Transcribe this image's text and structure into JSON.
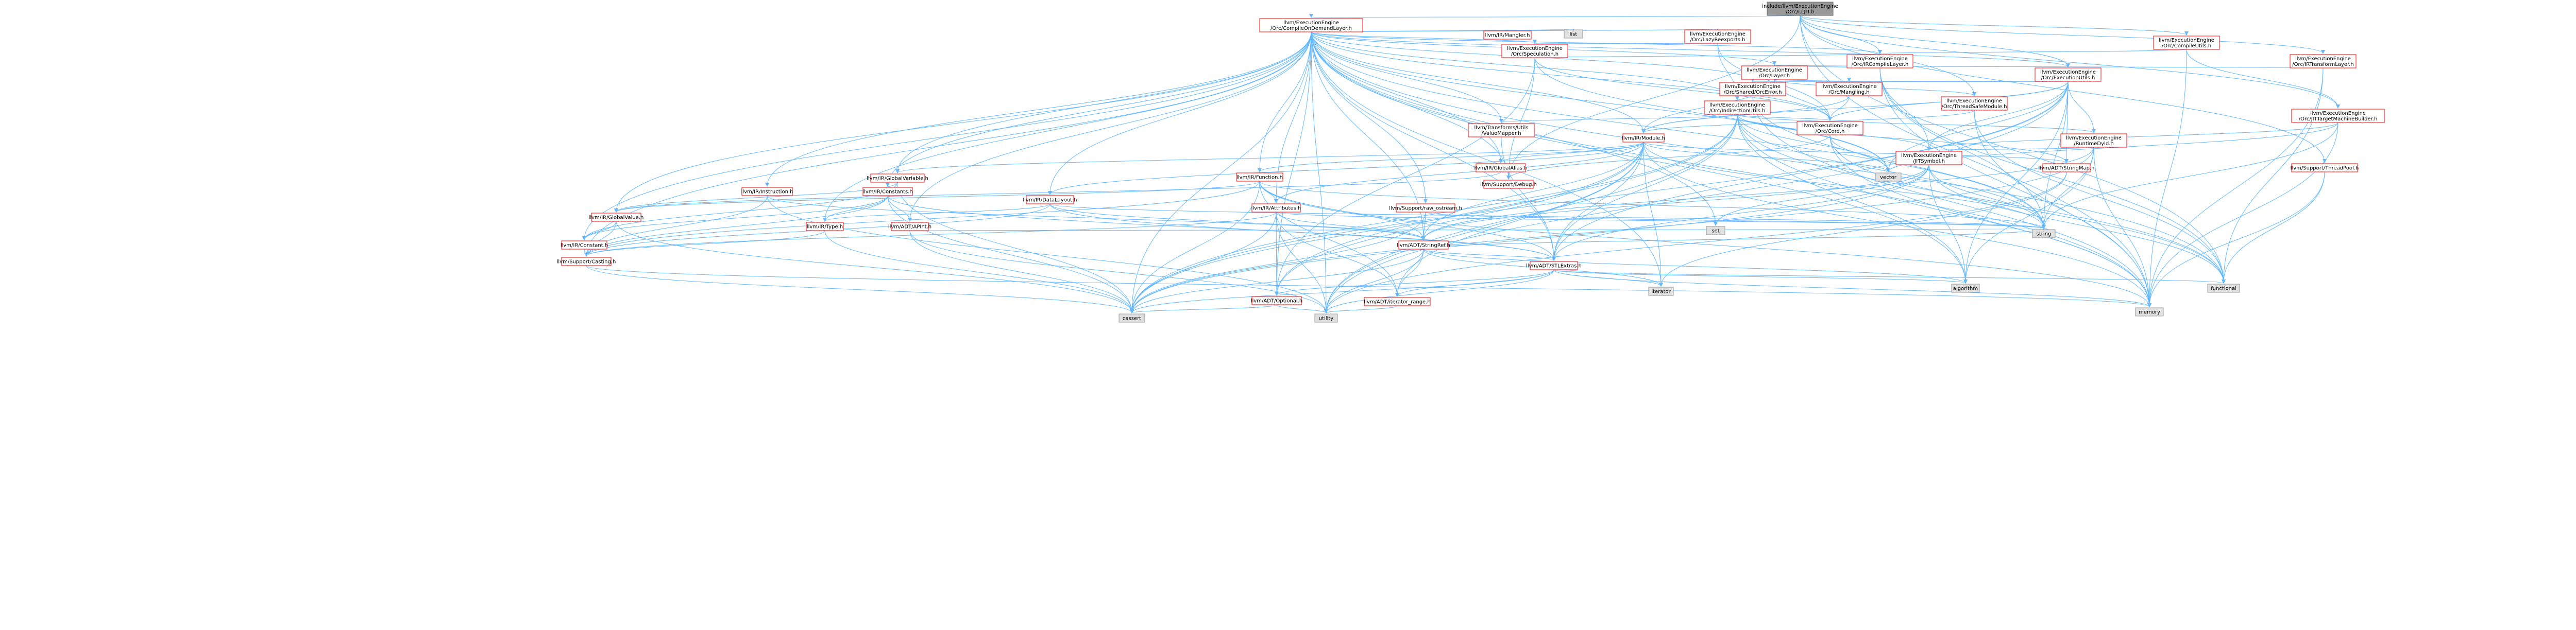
{
  "colors": {
    "root_fill": "#999999",
    "internal_fill": "#ffffff",
    "internal_stroke": "#ff0000",
    "external_fill": "#e0e0e0",
    "external_stroke": "#999999",
    "edge": "#63b8ff"
  },
  "graph": {
    "root": "include/llvm/ExecutionEngine/Orc/LLJIT.h",
    "nodes": [
      {
        "id": "lljit",
        "kind": "root",
        "label": [
          "include/llvm/ExecutionEngine",
          "/Orc/LLJIT.h"
        ]
      },
      {
        "id": "cod",
        "kind": "internal",
        "label": [
          "llvm/ExecutionEngine",
          "/Orc/CompileOnDemandLayer.h"
        ]
      },
      {
        "id": "cu",
        "kind": "internal",
        "label": [
          "llvm/ExecutionEngine",
          "/Orc/CompileUtils.h"
        ]
      },
      {
        "id": "irc",
        "kind": "internal",
        "label": [
          "llvm/ExecutionEngine",
          "/Orc/IRCompileLayer.h"
        ]
      },
      {
        "id": "irt",
        "kind": "internal",
        "label": [
          "llvm/ExecutionEngine",
          "/Orc/IRTransformLayer.h"
        ]
      },
      {
        "id": "eu",
        "kind": "internal",
        "label": [
          "llvm/ExecutionEngine",
          "/Orc/ExecutionUtils.h"
        ]
      },
      {
        "id": "jtmb",
        "kind": "internal",
        "label": [
          "llvm/ExecutionEngine",
          "/Orc/JITTargetMachineBuilder.h"
        ]
      },
      {
        "id": "tsm",
        "kind": "internal",
        "label": [
          "llvm/ExecutionEngine",
          "/Orc/ThreadSafeModule.h"
        ]
      },
      {
        "id": "tp",
        "kind": "internal",
        "label": [
          "llvm/Support/ThreadPool.h"
        ]
      },
      {
        "id": "lr",
        "kind": "internal",
        "label": [
          "llvm/ExecutionEngine",
          "/Orc/LazyReexports.h"
        ]
      },
      {
        "id": "mangler",
        "kind": "internal",
        "label": [
          "llvm/IR/Mangler.h"
        ]
      },
      {
        "id": "spec",
        "kind": "internal",
        "label": [
          "llvm/ExecutionEngine",
          "/Orc/Speculation.h"
        ]
      },
      {
        "id": "layer",
        "kind": "internal",
        "label": [
          "llvm/ExecutionEngine",
          "/Orc/Layer.h"
        ]
      },
      {
        "id": "sorc",
        "kind": "internal",
        "label": [
          "llvm/ExecutionEngine",
          "/Orc/Shared/OrcError.h"
        ]
      },
      {
        "id": "mangling",
        "kind": "internal",
        "label": [
          "llvm/ExecutionEngine",
          "/Orc/Mangling.h"
        ]
      },
      {
        "id": "indir",
        "kind": "internal",
        "label": [
          "llvm/ExecutionEngine",
          "/Orc/IndirectionUtils.h"
        ]
      },
      {
        "id": "core",
        "kind": "internal",
        "label": [
          "llvm/ExecutionEngine",
          "/Orc/Core.h"
        ]
      },
      {
        "id": "rdyld",
        "kind": "internal",
        "label": [
          "llvm/ExecutionEngine",
          "/RuntimeDyld.h"
        ]
      },
      {
        "id": "jitsym",
        "kind": "internal",
        "label": [
          "llvm/ExecutionEngine",
          "/JITSymbol.h"
        ]
      },
      {
        "id": "vmapper",
        "kind": "internal",
        "label": [
          "llvm/Transforms/Utils",
          "/ValueMapper.h"
        ]
      },
      {
        "id": "module",
        "kind": "internal",
        "label": [
          "llvm/IR/Module.h"
        ]
      },
      {
        "id": "sdebug",
        "kind": "internal",
        "label": [
          "llvm/Support/Debug.h"
        ]
      },
      {
        "id": "strmap",
        "kind": "internal",
        "label": [
          "llvm/ADT/StringMap.h"
        ]
      },
      {
        "id": "gvar",
        "kind": "internal",
        "label": [
          "llvm/IR/GlobalVariable.h"
        ]
      },
      {
        "id": "galias",
        "kind": "internal",
        "label": [
          "llvm/IR/GlobalAlias.h"
        ]
      },
      {
        "id": "func",
        "kind": "internal",
        "label": [
          "llvm/IR/Function.h"
        ]
      },
      {
        "id": "gval",
        "kind": "internal",
        "label": [
          "llvm/IR/GlobalValue.h"
        ]
      },
      {
        "id": "instr",
        "kind": "internal",
        "label": [
          "llvm/IR/Instruction.h"
        ]
      },
      {
        "id": "consts",
        "kind": "internal",
        "label": [
          "llvm/IR/Constants.h"
        ]
      },
      {
        "id": "dlayout",
        "kind": "internal",
        "label": [
          "llvm/IR/DataLayout.h"
        ]
      },
      {
        "id": "attrs",
        "kind": "internal",
        "label": [
          "llvm/IR/Attributes.h"
        ]
      },
      {
        "id": "rawos",
        "kind": "internal",
        "label": [
          "llvm/Support/raw_ostream.h"
        ]
      },
      {
        "id": "constant",
        "kind": "internal",
        "label": [
          "llvm/IR/Constant.h"
        ]
      },
      {
        "id": "type",
        "kind": "internal",
        "label": [
          "llvm/IR/Type.h"
        ]
      },
      {
        "id": "apint",
        "kind": "internal",
        "label": [
          "llvm/ADT/APInt.h"
        ]
      },
      {
        "id": "strref",
        "kind": "internal",
        "label": [
          "llvm/ADT/StringRef.h"
        ]
      },
      {
        "id": "casting",
        "kind": "internal",
        "label": [
          "llvm/Support/Casting.h"
        ]
      },
      {
        "id": "stlext",
        "kind": "internal",
        "label": [
          "llvm/ADT/STLExtras.h"
        ]
      },
      {
        "id": "optional",
        "kind": "internal",
        "label": [
          "llvm/ADT/Optional.h"
        ]
      },
      {
        "id": "itrange",
        "kind": "internal",
        "label": [
          "llvm/ADT/iterator_range.h"
        ]
      },
      {
        "id": "list",
        "kind": "external",
        "label": [
          "list"
        ]
      },
      {
        "id": "vector",
        "kind": "external",
        "label": [
          "vector"
        ]
      },
      {
        "id": "set",
        "kind": "external",
        "label": [
          "set"
        ]
      },
      {
        "id": "string",
        "kind": "external",
        "label": [
          "string"
        ]
      },
      {
        "id": "algorithm",
        "kind": "external",
        "label": [
          "algorithm"
        ]
      },
      {
        "id": "iterator",
        "kind": "external",
        "label": [
          "iterator"
        ]
      },
      {
        "id": "functional",
        "kind": "external",
        "label": [
          "functional"
        ]
      },
      {
        "id": "memory",
        "kind": "external",
        "label": [
          "memory"
        ]
      },
      {
        "id": "cassert",
        "kind": "external",
        "label": [
          "cassert"
        ]
      },
      {
        "id": "utility",
        "kind": "external",
        "label": [
          "utility"
        ]
      }
    ],
    "edges": [
      [
        "lljit",
        "cod"
      ],
      [
        "lljit",
        "cu"
      ],
      [
        "lljit",
        "irc"
      ],
      [
        "lljit",
        "irt"
      ],
      [
        "lljit",
        "eu"
      ],
      [
        "lljit",
        "jtmb"
      ],
      [
        "lljit",
        "tsm"
      ],
      [
        "lljit",
        "tp"
      ],
      [
        "lljit",
        "sdebug"
      ],
      [
        "lljit",
        "functional"
      ],
      [
        "lljit",
        "memory"
      ],
      [
        "cod",
        "lr"
      ],
      [
        "cod",
        "mangler"
      ],
      [
        "cod",
        "list"
      ],
      [
        "cod",
        "spec"
      ],
      [
        "cod",
        "irc"
      ],
      [
        "cod",
        "layer"
      ],
      [
        "cod",
        "eu"
      ],
      [
        "cod",
        "sorc"
      ],
      [
        "cod",
        "indir"
      ],
      [
        "cod",
        "core"
      ],
      [
        "cod",
        "vmapper"
      ],
      [
        "cod",
        "module"
      ],
      [
        "cod",
        "sdebug"
      ],
      [
        "cod",
        "gvar"
      ],
      [
        "cod",
        "galias"
      ],
      [
        "cod",
        "func"
      ],
      [
        "cod",
        "gval"
      ],
      [
        "cod",
        "instr"
      ],
      [
        "cod",
        "consts"
      ],
      [
        "cod",
        "dlayout"
      ],
      [
        "cod",
        "attrs"
      ],
      [
        "cod",
        "rawos"
      ],
      [
        "cod",
        "constant"
      ],
      [
        "cod",
        "type"
      ],
      [
        "cod",
        "apint"
      ],
      [
        "cod",
        "strref"
      ],
      [
        "cod",
        "casting"
      ],
      [
        "cod",
        "stlext"
      ],
      [
        "cod",
        "optional"
      ],
      [
        "cod",
        "set"
      ],
      [
        "cod",
        "vector"
      ],
      [
        "cod",
        "string"
      ],
      [
        "cod",
        "algorithm"
      ],
      [
        "cod",
        "iterator"
      ],
      [
        "cod",
        "functional"
      ],
      [
        "cod",
        "memory"
      ],
      [
        "cod",
        "cassert"
      ],
      [
        "cod",
        "utility"
      ],
      [
        "cu",
        "irc"
      ],
      [
        "cu",
        "jtmb"
      ],
      [
        "cu",
        "memory"
      ],
      [
        "irc",
        "layer"
      ],
      [
        "irc",
        "jitsym"
      ],
      [
        "irc",
        "functional"
      ],
      [
        "irc",
        "memory"
      ],
      [
        "irc",
        "string"
      ],
      [
        "irt",
        "layer"
      ],
      [
        "irt",
        "functional"
      ],
      [
        "irt",
        "memory"
      ],
      [
        "eu",
        "core"
      ],
      [
        "eu",
        "mangling"
      ],
      [
        "eu",
        "sorc"
      ],
      [
        "eu",
        "rdyld"
      ],
      [
        "eu",
        "jitsym"
      ],
      [
        "eu",
        "strmap"
      ],
      [
        "eu",
        "module"
      ],
      [
        "eu",
        "stlext"
      ],
      [
        "eu",
        "algorithm"
      ],
      [
        "eu",
        "cassert"
      ],
      [
        "eu",
        "string"
      ],
      [
        "eu",
        "utility"
      ],
      [
        "eu",
        "vector"
      ],
      [
        "jtmb",
        "jitsym"
      ],
      [
        "jtmb",
        "string"
      ],
      [
        "jtmb",
        "memory"
      ],
      [
        "jtmb",
        "vector"
      ],
      [
        "tsm",
        "module"
      ],
      [
        "tsm",
        "functional"
      ],
      [
        "tsm",
        "memory"
      ],
      [
        "tp",
        "functional"
      ],
      [
        "tp",
        "memory"
      ],
      [
        "lr",
        "spec"
      ],
      [
        "lr",
        "indir"
      ],
      [
        "lr",
        "core"
      ],
      [
        "spec",
        "irc"
      ],
      [
        "spec",
        "core"
      ],
      [
        "spec",
        "sdebug"
      ],
      [
        "spec",
        "optional"
      ],
      [
        "spec",
        "vector"
      ],
      [
        "layer",
        "mangling"
      ],
      [
        "layer",
        "tsm"
      ],
      [
        "layer",
        "core"
      ],
      [
        "layer",
        "module"
      ],
      [
        "sorc",
        "string"
      ],
      [
        "sorc",
        "memory"
      ],
      [
        "mangling",
        "core"
      ],
      [
        "mangling",
        "module"
      ],
      [
        "indir",
        "core"
      ],
      [
        "indir",
        "jitsym"
      ],
      [
        "indir",
        "rdyld"
      ],
      [
        "indir",
        "vmapper"
      ],
      [
        "indir",
        "stlext"
      ],
      [
        "indir",
        "optional"
      ],
      [
        "indir",
        "strmap"
      ],
      [
        "indir",
        "string"
      ],
      [
        "indir",
        "memory"
      ],
      [
        "indir",
        "vector"
      ],
      [
        "indir",
        "functional"
      ],
      [
        "indir",
        "utility"
      ],
      [
        "indir",
        "cassert"
      ],
      [
        "indir",
        "algorithm"
      ],
      [
        "core",
        "sdebug"
      ],
      [
        "core",
        "functional"
      ],
      [
        "core",
        "memory"
      ],
      [
        "core",
        "vector"
      ],
      [
        "rdyld",
        "jitsym"
      ],
      [
        "rdyld",
        "strref"
      ],
      [
        "rdyld",
        "string"
      ],
      [
        "rdyld",
        "cassert"
      ],
      [
        "rdyld",
        "algorithm"
      ],
      [
        "rdyld",
        "memory"
      ],
      [
        "jitsym",
        "strref"
      ],
      [
        "jitsym",
        "stlext"
      ],
      [
        "jitsym",
        "set"
      ],
      [
        "jitsym",
        "string"
      ],
      [
        "jitsym",
        "algorithm"
      ],
      [
        "jitsym",
        "functional"
      ],
      [
        "jitsym",
        "cassert"
      ],
      [
        "vmapper",
        "stlext"
      ],
      [
        "module",
        "gvar"
      ],
      [
        "module",
        "galias"
      ],
      [
        "module",
        "func"
      ],
      [
        "module",
        "dlayout"
      ],
      [
        "module",
        "attrs"
      ],
      [
        "module",
        "strmap"
      ],
      [
        "module",
        "strref"
      ],
      [
        "module",
        "stlext"
      ],
      [
        "module",
        "optional"
      ],
      [
        "module",
        "itrange"
      ],
      [
        "module",
        "string"
      ],
      [
        "module",
        "vector"
      ],
      [
        "module",
        "iterator"
      ],
      [
        "module",
        "memory"
      ],
      [
        "module",
        "cassert"
      ],
      [
        "module",
        "utility"
      ],
      [
        "strmap",
        "iterator"
      ],
      [
        "strmap",
        "utility"
      ],
      [
        "gvar",
        "gval"
      ],
      [
        "gvar",
        "constant"
      ],
      [
        "gvar",
        "cassert"
      ],
      [
        "galias",
        "gval"
      ],
      [
        "func",
        "attrs"
      ],
      [
        "func",
        "gval"
      ],
      [
        "func",
        "stlext"
      ],
      [
        "func",
        "strref"
      ],
      [
        "func",
        "itrange"
      ],
      [
        "func",
        "casting"
      ],
      [
        "func",
        "cassert"
      ],
      [
        "func",
        "memory"
      ],
      [
        "func",
        "string"
      ],
      [
        "gval",
        "constant"
      ],
      [
        "gval",
        "casting"
      ],
      [
        "gval",
        "cassert"
      ],
      [
        "instr",
        "casting"
      ],
      [
        "instr",
        "strref"
      ],
      [
        "instr",
        "utility"
      ],
      [
        "consts",
        "constant"
      ],
      [
        "consts",
        "apint"
      ],
      [
        "consts",
        "type"
      ],
      [
        "consts",
        "casting"
      ],
      [
        "consts",
        "cassert"
      ],
      [
        "consts",
        "stlext"
      ],
      [
        "dlayout",
        "type"
      ],
      [
        "dlayout",
        "strref"
      ],
      [
        "dlayout",
        "casting"
      ],
      [
        "dlayout",
        "string"
      ],
      [
        "dlayout",
        "stlext"
      ],
      [
        "attrs",
        "strref"
      ],
      [
        "attrs",
        "optional"
      ],
      [
        "attrs",
        "itrange"
      ],
      [
        "attrs",
        "casting"
      ],
      [
        "attrs",
        "utility"
      ],
      [
        "attrs",
        "cassert"
      ],
      [
        "attrs",
        "string"
      ],
      [
        "rawos",
        "strref"
      ],
      [
        "rawos",
        "cassert"
      ],
      [
        "rawos",
        "string"
      ],
      [
        "constant",
        "casting"
      ],
      [
        "type",
        "casting"
      ],
      [
        "type",
        "cassert"
      ],
      [
        "apint",
        "string"
      ],
      [
        "apint",
        "utility"
      ],
      [
        "apint",
        "cassert"
      ],
      [
        "strref",
        "stlext"
      ],
      [
        "strref",
        "itrange"
      ],
      [
        "strref",
        "string"
      ],
      [
        "strref",
        "algorithm"
      ],
      [
        "strref",
        "utility"
      ],
      [
        "strref",
        "cassert"
      ],
      [
        "strref",
        "iterator"
      ],
      [
        "casting",
        "memory"
      ],
      [
        "casting",
        "cassert"
      ],
      [
        "stlext",
        "optional"
      ],
      [
        "stlext",
        "itrange"
      ],
      [
        "stlext",
        "algorithm"
      ],
      [
        "stlext",
        "functional"
      ],
      [
        "stlext",
        "iterator"
      ],
      [
        "stlext",
        "memory"
      ],
      [
        "stlext",
        "utility"
      ],
      [
        "stlext",
        "cassert"
      ],
      [
        "optional",
        "utility"
      ],
      [
        "optional",
        "cassert"
      ],
      [
        "itrange",
        "utility"
      ]
    ]
  }
}
